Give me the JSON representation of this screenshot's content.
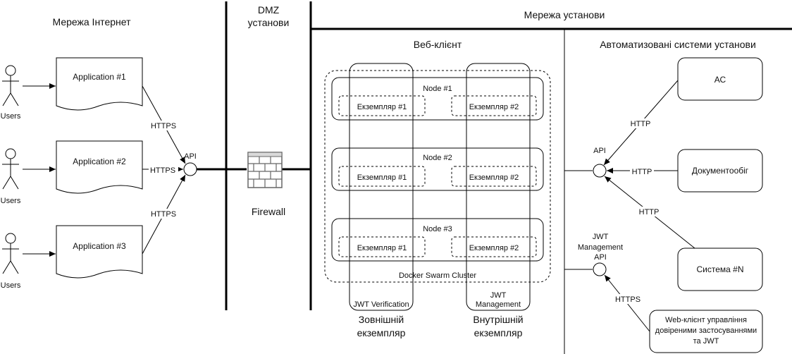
{
  "zones": {
    "internet": "Мережа Інтернет",
    "dmz_line1": "DMZ",
    "dmz_line2": "установи",
    "org_network": "Мережа установи",
    "web_client": "Веб-клієнт",
    "automated_systems": "Автоматизовані системи установи"
  },
  "users": [
    "Users",
    "Users",
    "Users"
  ],
  "applications": [
    "Application #1",
    "Application #2",
    "Application #3"
  ],
  "https_labels": [
    "HTTPS",
    "HTTPS",
    "HTTPS"
  ],
  "api_label": "API",
  "firewall_label": "Firewall",
  "cluster": {
    "name": "Docker Swarm Cluster",
    "nodes": [
      {
        "label": "Node #1",
        "instances": [
          "Екземпляр #1",
          "Екземпляр #2"
        ]
      },
      {
        "label": "Node #2",
        "instances": [
          "Екземпляр #1",
          "Екземпляр #2"
        ]
      },
      {
        "label": "Node #3",
        "instances": [
          "Екземпляр #1",
          "Екземпляр #2"
        ]
      }
    ]
  },
  "jwt_verification": "JWT Verification",
  "jwt_management_line1": "JWT",
  "jwt_management_line2": "Management",
  "external_instance_line1": "Зовнішній",
  "external_instance_line2": "екземпляр",
  "internal_instance_line1": "Внутрішній",
  "internal_instance_line2": "екземпляр",
  "systems": {
    "api_label": "API",
    "http_labels": [
      "HTTP",
      "HTTP",
      "HTTP"
    ],
    "items": [
      "АС",
      "Документообіг",
      "Система #N"
    ],
    "jwt_api_line1": "JWT",
    "jwt_api_line2": "Management",
    "jwt_api_line3": "API",
    "https_label": "HTTPS",
    "web_client_line1": "Web-клієнт управління",
    "web_client_line2": "довіреними застосуваннями",
    "web_client_line3": "та JWT"
  }
}
